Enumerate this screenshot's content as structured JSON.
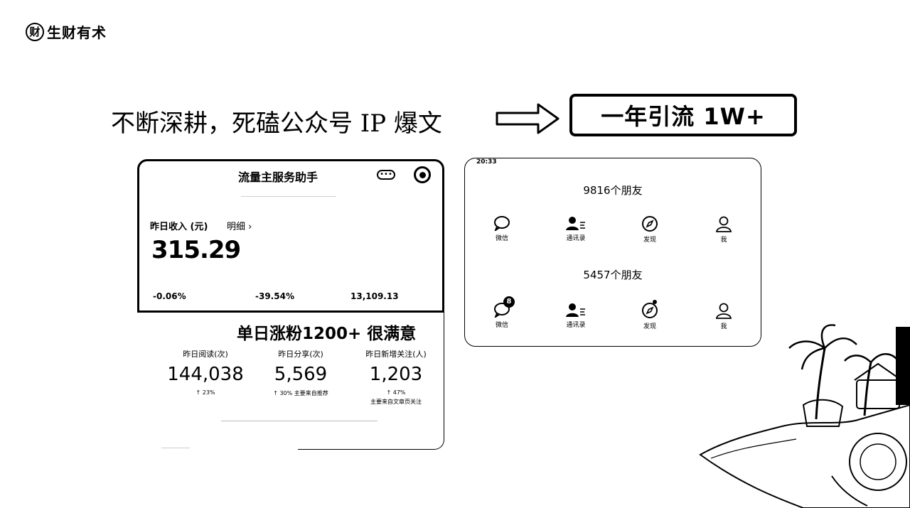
{
  "logo": {
    "mark": "财",
    "brand": "生财有术"
  },
  "headline": {
    "text": "不断深耕，死磕公众号 IP 爆文",
    "badge": "一年引流 1W+"
  },
  "left_card": {
    "title": "流量主服务助手",
    "menu_icon": "more-dots-icon",
    "target_icon": "target-icon",
    "income_label": "昨日收入 (元)",
    "income_more": "明细 ›",
    "income_value": "315.29",
    "metrics": [
      {
        "value": "-0.06%"
      },
      {
        "value": "-39.54%"
      },
      {
        "value": "13,109.13"
      }
    ],
    "fans_title": "单日涨粉1200+ 很满意",
    "stats": [
      {
        "label": "昨日阅读(次)",
        "value": "144,038",
        "change": "↑ 23%",
        "note": ""
      },
      {
        "label": "昨日分享(次)",
        "value": "5,569",
        "change": "↑ 30%",
        "note": "主要来自推荐"
      },
      {
        "label": "昨日新增关注(人)",
        "value": "1,203",
        "change": "↑ 47%",
        "note": "主要来自文章页关注"
      }
    ]
  },
  "right_card": {
    "time": "20:33",
    "groups": [
      {
        "friends": "9816个朋友",
        "tabs": [
          {
            "label": "微信",
            "icon": "chat-bubble-icon",
            "badge": ""
          },
          {
            "label": "通讯录",
            "icon": "contacts-icon",
            "badge": ""
          },
          {
            "label": "发现",
            "icon": "compass-icon",
            "badge": ""
          },
          {
            "label": "我",
            "icon": "person-icon",
            "badge": ""
          }
        ]
      },
      {
        "friends": "5457个朋友",
        "tabs": [
          {
            "label": "微信",
            "icon": "chat-bubble-icon",
            "badge": "8"
          },
          {
            "label": "通讯录",
            "icon": "contacts-icon",
            "badge": ""
          },
          {
            "label": "发现",
            "icon": "compass-icon",
            "badge": "dot"
          },
          {
            "label": "我",
            "icon": "person-icon",
            "badge": ""
          }
        ]
      }
    ]
  },
  "illustration": {
    "icon": "island-illustration-icon"
  }
}
